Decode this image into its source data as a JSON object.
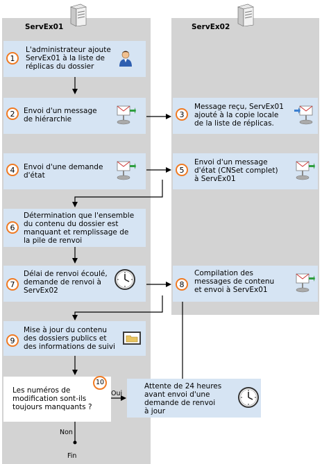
{
  "lanes": {
    "left_title": "ServEx01",
    "right_title": "ServEx02"
  },
  "steps": [
    {
      "num": "1",
      "text": "L'administrateur ajoute\nServEx01 à la liste de\nréplicas du dossier"
    },
    {
      "num": "2",
      "text": "Envoi d'un message\nde hiérarchie"
    },
    {
      "num": "3",
      "text": "Message reçu, ServEx01\najouté à la copie locale\nde la liste de réplicas."
    },
    {
      "num": "4",
      "text": "Envoi d'une demande\nd'état"
    },
    {
      "num": "5",
      "text": "Envoi d'un message\nd'état (CNSet complet)\nà ServEx01"
    },
    {
      "num": "6",
      "text": "Détermination que l'ensemble\ndu contenu du dossier est\nmanquant et remplissage de\nla pile de renvoi"
    },
    {
      "num": "7",
      "text": "Délai de renvoi écoulé,\ndemande de renvoi à\nServEx02"
    },
    {
      "num": "8",
      "text": "Compilation des\nmessages de contenu\net envoi à ServEx01"
    },
    {
      "num": "9",
      "text": "Mise à jour du contenu\ndes dossiers publics et\ndes informations de suivi"
    },
    {
      "num": "10",
      "text": "Les numéros de\nmodification sont-ils\ntoujours manquants ?"
    }
  ],
  "wait_box": {
    "text": "Attente de 24 heures\navant envoi d'une\ndemande de renvoi\nà jour"
  },
  "labels": {
    "yes": "Oui",
    "no": "Non",
    "end": "Fin"
  },
  "icons": [
    "server-icon",
    "user-icon",
    "mail-send-icon",
    "mail-receive-icon",
    "clock-icon",
    "folder-icon"
  ],
  "colors": {
    "lane": "#d3d3d3",
    "box": "#d6e4f3",
    "step_ring": "#f07a22"
  }
}
